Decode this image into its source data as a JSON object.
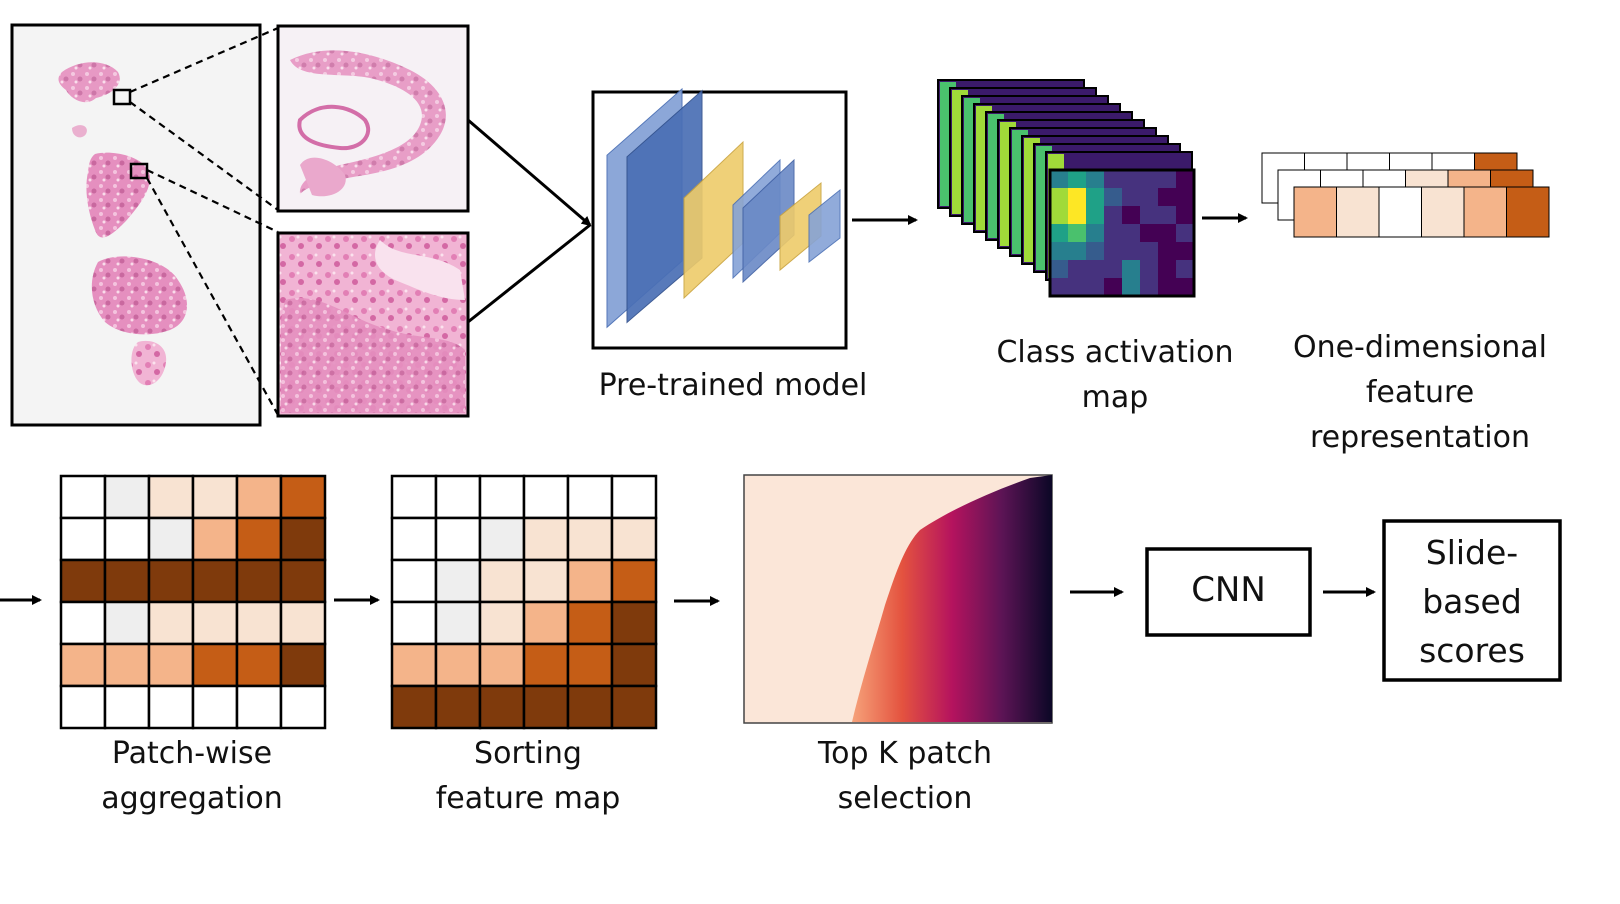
{
  "labels": {
    "pretrained": "Pre-trained model",
    "cam_line1": "Class activation",
    "cam_line2": "map",
    "feat_line1": "One-dimensional",
    "feat_line2": "feature",
    "feat_line3": "representation",
    "agg_line1": "Patch-wise",
    "agg_line2": "aggregation",
    "sort_line1": "Sorting",
    "sort_line2": "feature map",
    "topk_line1": "Top K patch",
    "topk_line2": "selection",
    "cnn": "CNN",
    "scores_line1": "Slide-",
    "scores_line2": "based",
    "scores_line3": "scores"
  },
  "colors": {
    "tissue_pink": "#e48fbe",
    "tissue_light": "#f6d4e6",
    "layer_blue": "#4a6fb5",
    "layer_blue_light": "#86a3d6",
    "layer_yellow": "#eecb6a",
    "heat_cream": "#f8e3d2",
    "heat_light": "#f4b48a",
    "heat_mid": "#c55d16",
    "heat_dark": "#7f3a0c",
    "heat_grey": "#eeeeee"
  },
  "patch_aggregation_grid": [
    [
      0,
      5,
      1,
      1,
      2,
      3
    ],
    [
      0,
      0,
      5,
      2,
      3,
      4
    ],
    [
      4,
      4,
      4,
      4,
      4,
      4
    ],
    [
      0,
      5,
      1,
      1,
      1,
      1
    ],
    [
      2,
      2,
      2,
      3,
      3,
      4
    ],
    [
      0,
      0,
      0,
      0,
      0,
      0
    ]
  ],
  "sorted_feature_grid": [
    [
      0,
      0,
      0,
      0,
      0,
      0
    ],
    [
      0,
      0,
      5,
      1,
      1,
      1
    ],
    [
      0,
      5,
      1,
      1,
      2,
      3
    ],
    [
      0,
      5,
      1,
      2,
      3,
      4
    ],
    [
      2,
      2,
      2,
      3,
      3,
      4
    ],
    [
      4,
      4,
      4,
      4,
      4,
      4
    ]
  ],
  "feature_strip_cells": [
    [
      0,
      0,
      0,
      0,
      0,
      3
    ],
    [
      0,
      0,
      0,
      1,
      2,
      3
    ],
    [
      2,
      1,
      0,
      1,
      2,
      3
    ]
  ]
}
